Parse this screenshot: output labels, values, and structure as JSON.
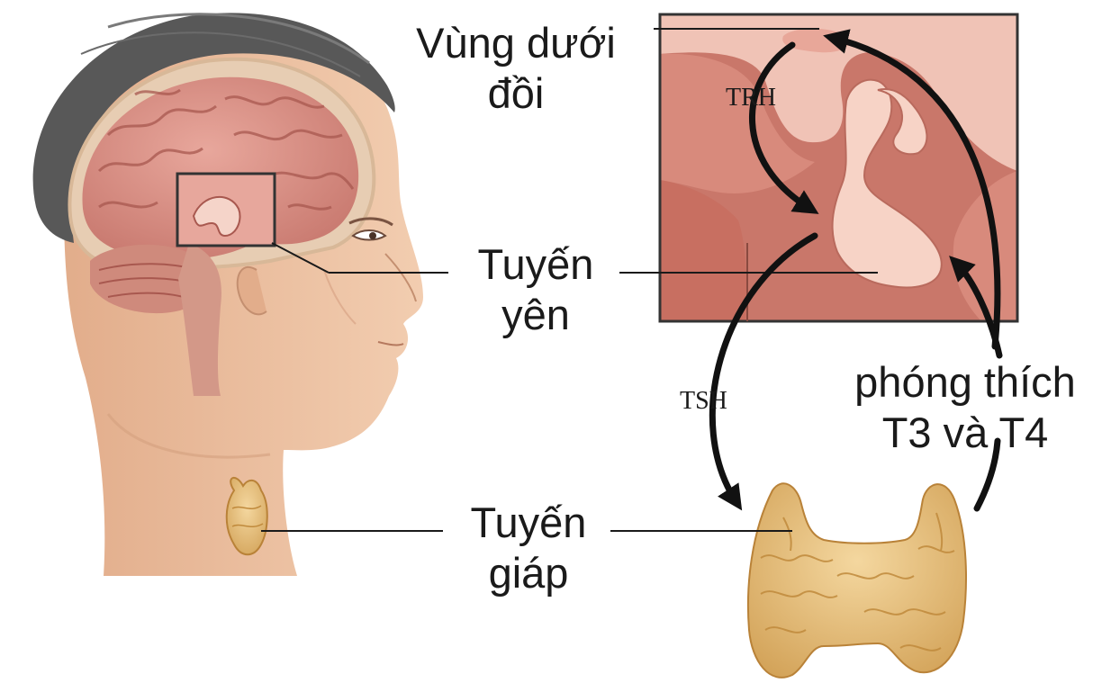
{
  "labels": {
    "hypothalamus": [
      "Vùng dưới",
      "đồi"
    ],
    "pituitary": [
      "Tuyến",
      "yên"
    ],
    "thyroid": [
      "Tuyến",
      "giáp"
    ],
    "release": [
      "phóng thích",
      "T3 và T4"
    ]
  },
  "hormones": {
    "trh": "TRH",
    "tsh": "TSH"
  },
  "colors": {
    "skin": "#eec3a2",
    "skin_shadow": "#c98f6c",
    "hair": "#5b5b5b",
    "brain": "#d98f86",
    "brain_dark": "#b2625a",
    "tissue_dark": "#c87060",
    "tissue_light": "#f3c7b9",
    "gland": "#e9bf7d",
    "gland_dark": "#c9923f",
    "line": "#1a1a1a"
  }
}
